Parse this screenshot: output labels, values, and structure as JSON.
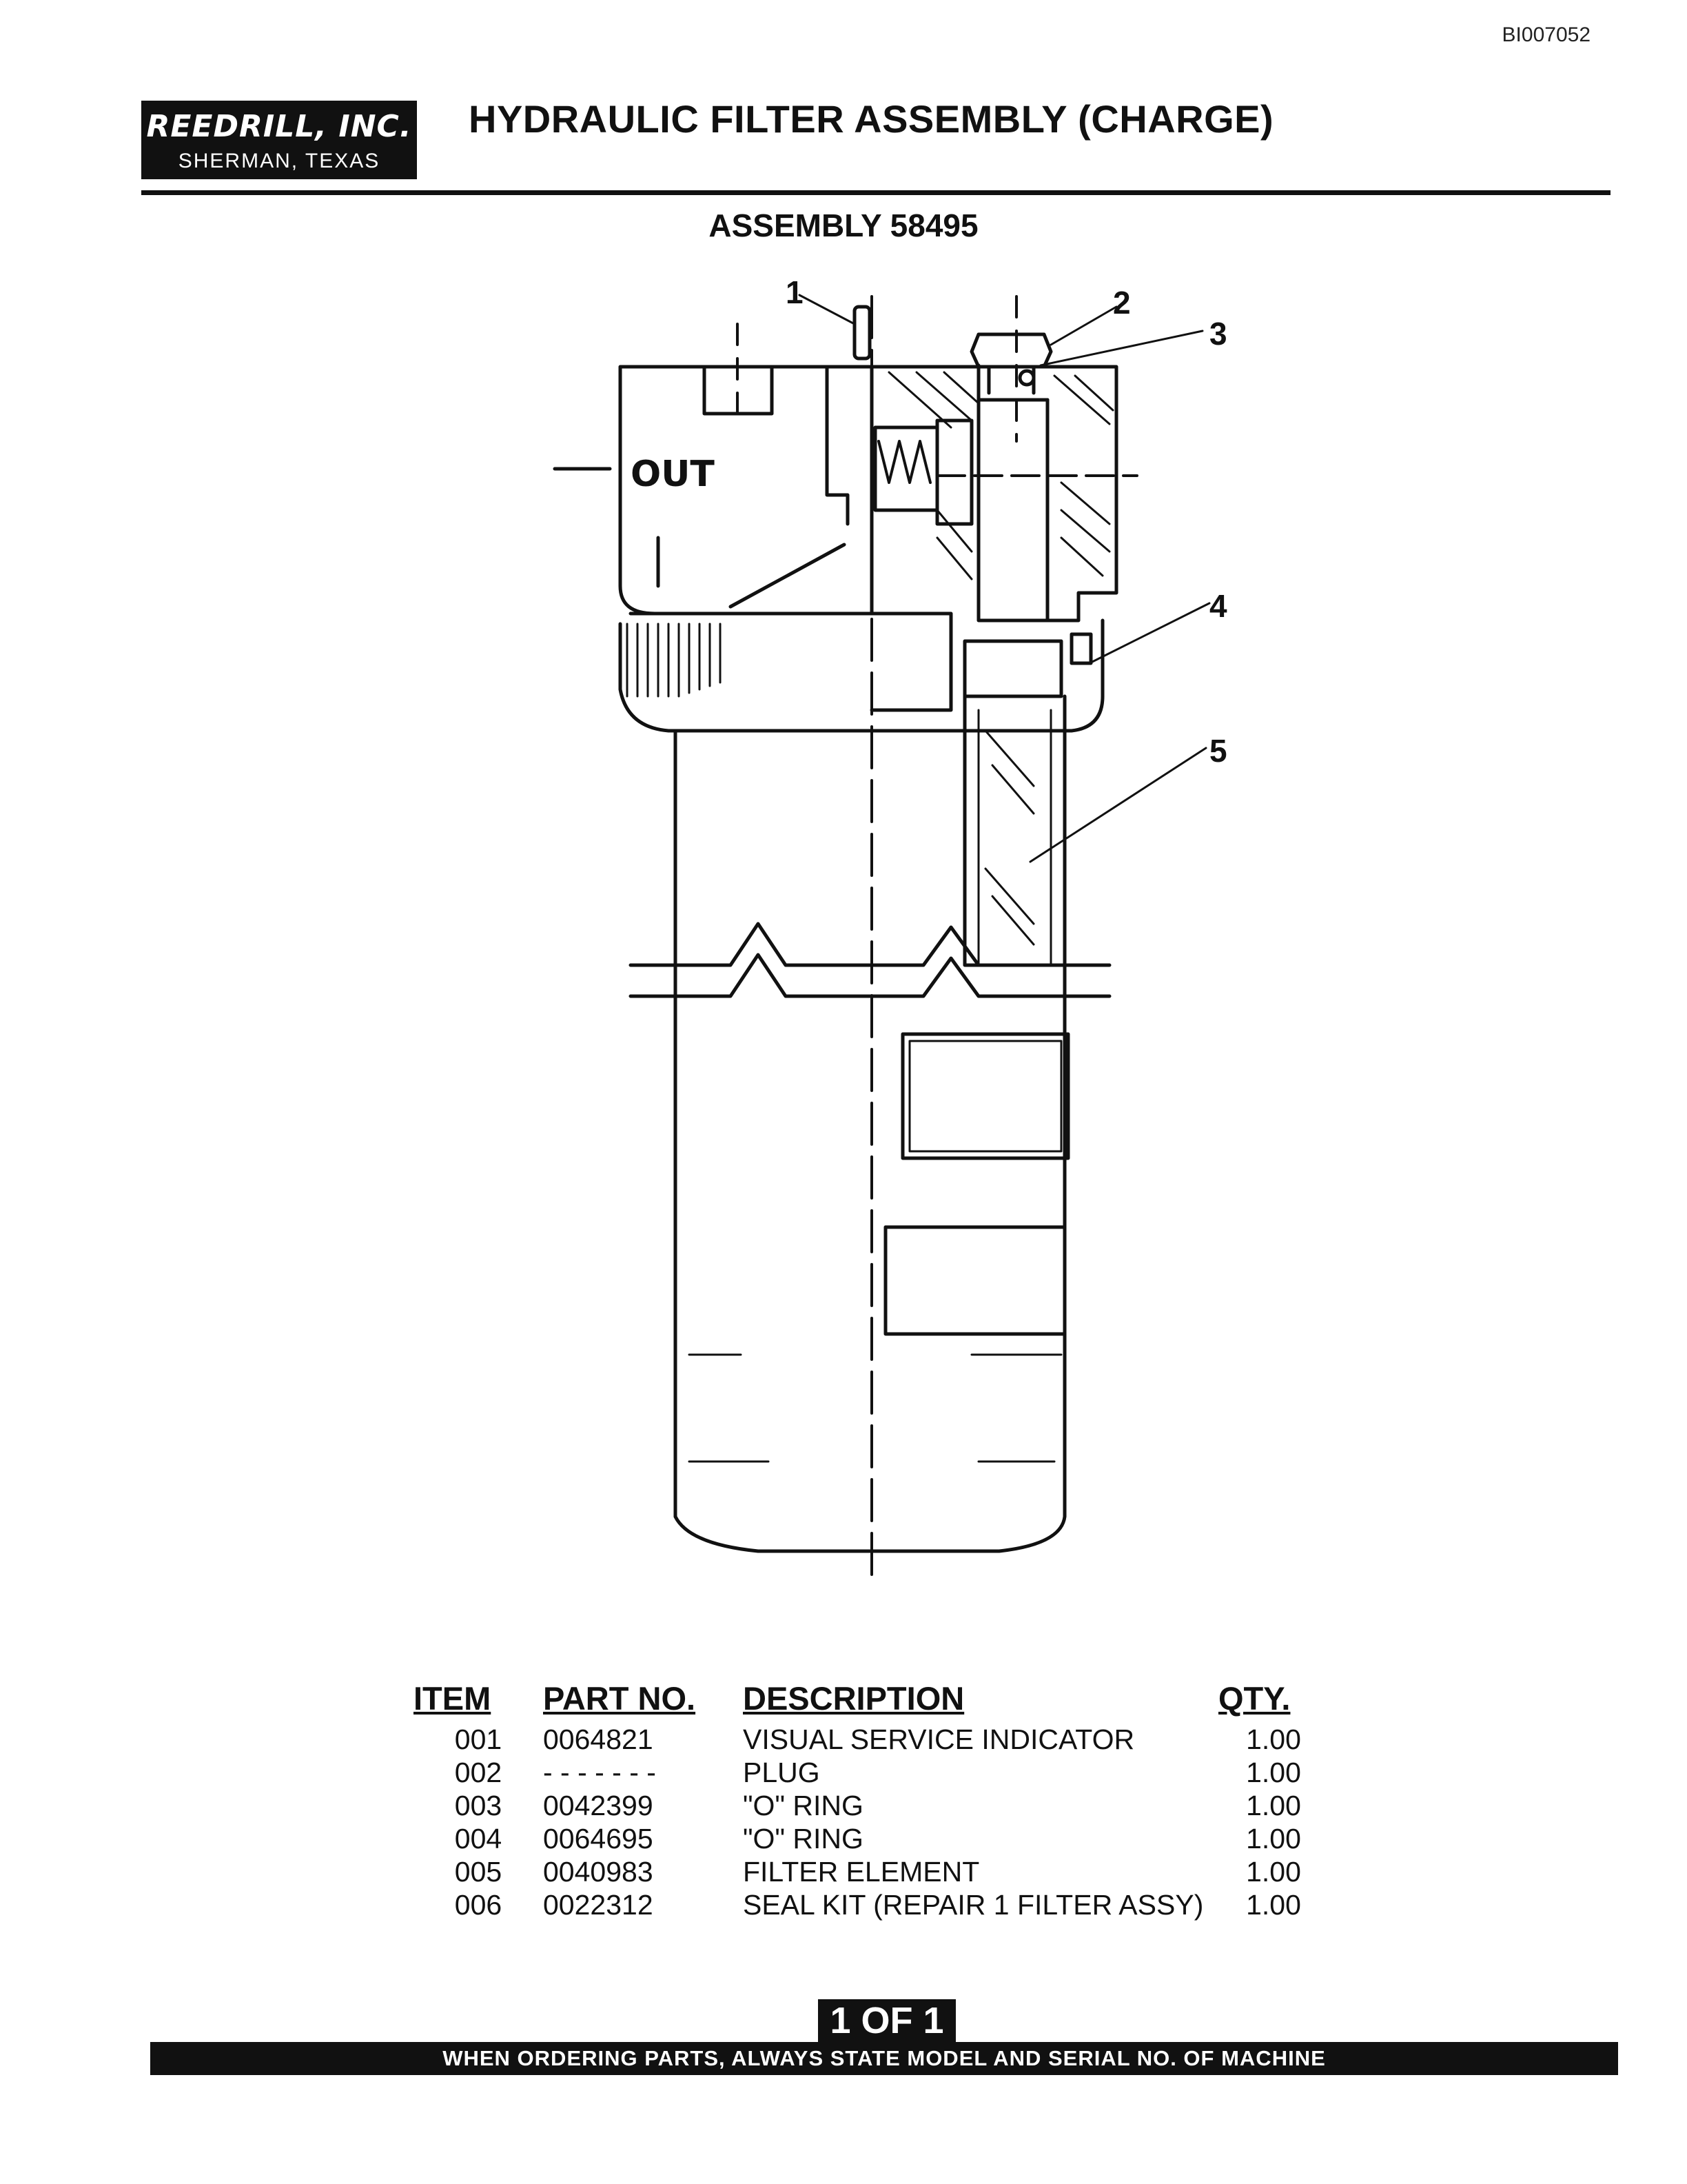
{
  "document_id": "BI007052",
  "company": {
    "name": "REEDRILL, INC.",
    "location": "SHERMAN, TEXAS"
  },
  "title": "HYDRAULIC FILTER ASSEMBLY (CHARGE)",
  "subtitle": "ASSEMBLY 58495",
  "drawing": {
    "port_label": "OUT",
    "callouts": [
      "1",
      "2",
      "3",
      "4",
      "5"
    ]
  },
  "parts_table": {
    "headers": {
      "item": "ITEM",
      "part_no": "PART NO.",
      "description": "DESCRIPTION",
      "qty": "QTY."
    },
    "rows": [
      {
        "item": "001",
        "part_no": "0064821",
        "description": "VISUAL SERVICE INDICATOR",
        "qty": "1.00"
      },
      {
        "item": "002",
        "part_no": "- - - - - - -",
        "description": "PLUG",
        "qty": "1.00"
      },
      {
        "item": "003",
        "part_no": "0042399",
        "description": "\"O\" RING",
        "qty": "1.00"
      },
      {
        "item": "004",
        "part_no": "0064695",
        "description": "\"O\" RING",
        "qty": "1.00"
      },
      {
        "item": "005",
        "part_no": "0040983",
        "description": "FILTER ELEMENT",
        "qty": "1.00"
      },
      {
        "item": "006",
        "part_no": "0022312",
        "description": "SEAL KIT (REPAIR 1 FILTER ASSY)",
        "qty": "1.00"
      }
    ]
  },
  "page_indicator": "1 OF 1",
  "footer_note": "WHEN ORDERING PARTS, ALWAYS STATE MODEL AND SERIAL NO. OF MACHINE"
}
